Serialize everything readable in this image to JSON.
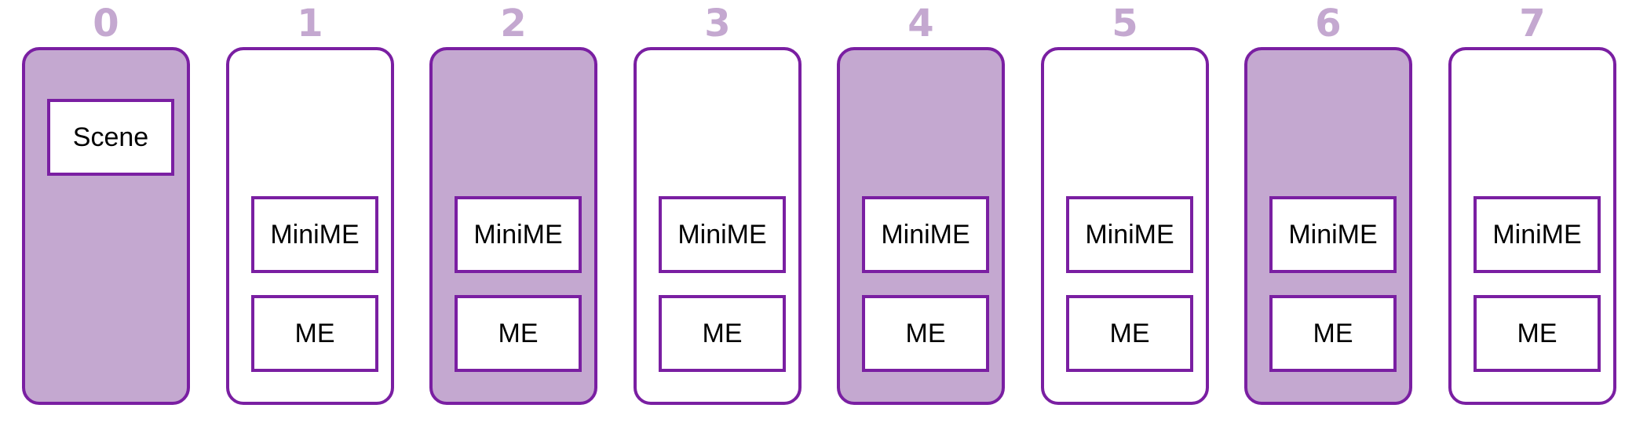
{
  "colors": {
    "accent": "#7a1fa2",
    "fill": "#c4a8d0",
    "label": "#c4a8d0",
    "background": "#ffffff"
  },
  "columns": [
    {
      "label": "0",
      "filled": true,
      "boxes": [
        "Scene"
      ]
    },
    {
      "label": "1",
      "filled": false,
      "boxes": [
        "MiniME",
        "ME"
      ]
    },
    {
      "label": "2",
      "filled": true,
      "boxes": [
        "MiniME",
        "ME"
      ]
    },
    {
      "label": "3",
      "filled": false,
      "boxes": [
        "MiniME",
        "ME"
      ]
    },
    {
      "label": "4",
      "filled": true,
      "boxes": [
        "MiniME",
        "ME"
      ]
    },
    {
      "label": "5",
      "filled": false,
      "boxes": [
        "MiniME",
        "ME"
      ]
    },
    {
      "label": "6",
      "filled": true,
      "boxes": [
        "MiniME",
        "ME"
      ]
    },
    {
      "label": "7",
      "filled": false,
      "boxes": [
        "MiniME",
        "ME"
      ]
    }
  ]
}
